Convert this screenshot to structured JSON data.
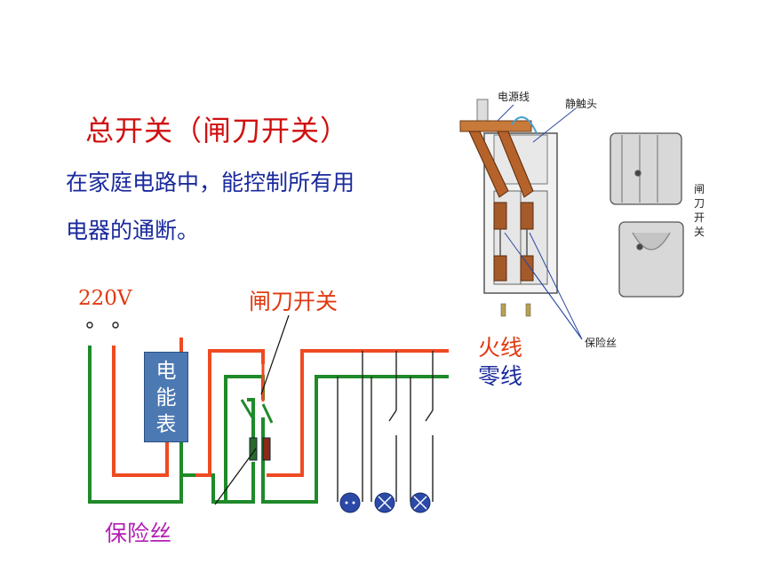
{
  "heading": {
    "title": "总开关（闸刀开关）",
    "line1": "在家庭电路中，能控制所有用",
    "line2": "电器的通断。"
  },
  "circuit": {
    "voltage": "220V",
    "meter_chars": [
      "电",
      "能",
      "表"
    ],
    "knife_switch_label": "闸刀开关",
    "fuse_label": "保险丝",
    "live_wire_label": "火线",
    "neutral_wire_label": "零线"
  },
  "device_photo": {
    "power_line": "电源线",
    "static_contact": "静触头",
    "fuse": "保险丝",
    "side_label_chars": [
      "闸",
      "刀",
      "开",
      "关"
    ]
  },
  "colors": {
    "live_wire": "#ef4a22",
    "neutral_wire": "#1f8a2a",
    "meter_fill": "#4d79b3",
    "lamp_fill": "#2b4aa8"
  }
}
